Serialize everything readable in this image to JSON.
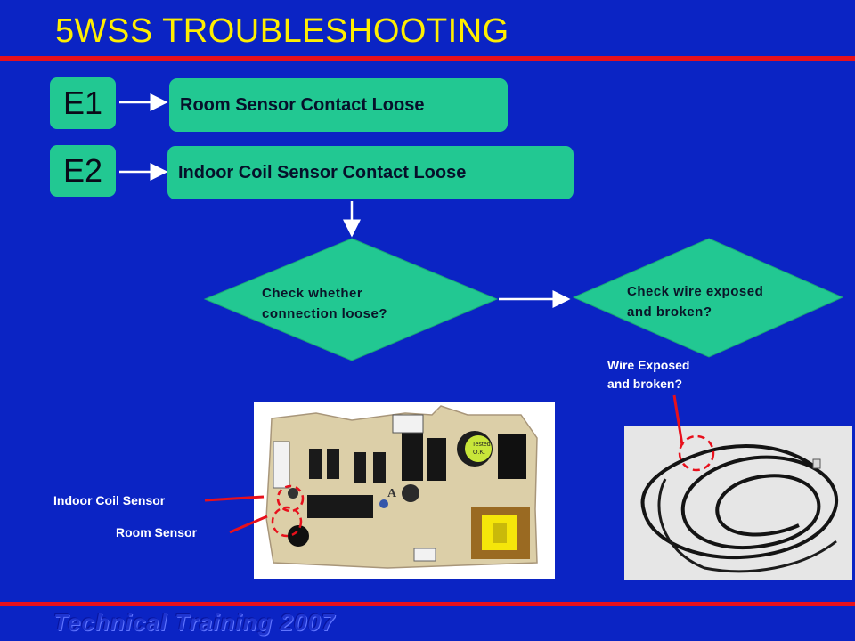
{
  "title": "5WSS TROUBLESHOOTING",
  "footer": "Technical Training 2007",
  "errors": [
    {
      "code": "E1",
      "cause": "Room Sensor Contact Loose"
    },
    {
      "code": "E2",
      "cause": "Indoor Coil Sensor Contact Loose"
    }
  ],
  "checks": {
    "connection": [
      "Check whether",
      "connection loose?"
    ],
    "wire": [
      "Check wire exposed",
      "and broken?"
    ]
  },
  "annotations": {
    "indoor_coil_sensor": "Indoor Coil Sensor",
    "room_sensor": "Room Sensor",
    "wire_exposed": [
      "Wire Exposed",
      "and broken?"
    ]
  },
  "board_markings": {
    "letter": "A",
    "relay_label": [
      "Tested",
      "O.K."
    ]
  },
  "colors": {
    "background": "#0b24c4",
    "title": "#ffee00",
    "shape_fill": "#22c892",
    "divider": "#e8101c",
    "callout": "#e8101c"
  }
}
